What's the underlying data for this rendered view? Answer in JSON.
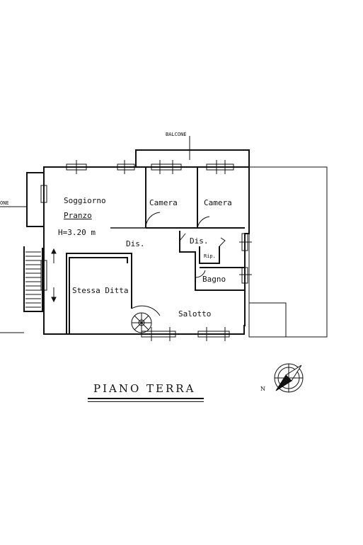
{
  "plan": {
    "balcony_label": "BALCONE",
    "left_cut_label": "ONE",
    "rooms": {
      "soggiorno": "Soggiorno",
      "pranzo": "Pranzo",
      "height": "H=3.20 m",
      "camera_1": "Camera",
      "camera_2": "Camera",
      "dis_1": "Dis.",
      "dis_2": "Dis.",
      "rip": "Rip.",
      "bagno": "Bagno",
      "stessa_ditta": "Stessa Ditta",
      "salotto": "Salotto"
    },
    "compass_label": "N",
    "floor_title": "PIANO TERRA"
  }
}
